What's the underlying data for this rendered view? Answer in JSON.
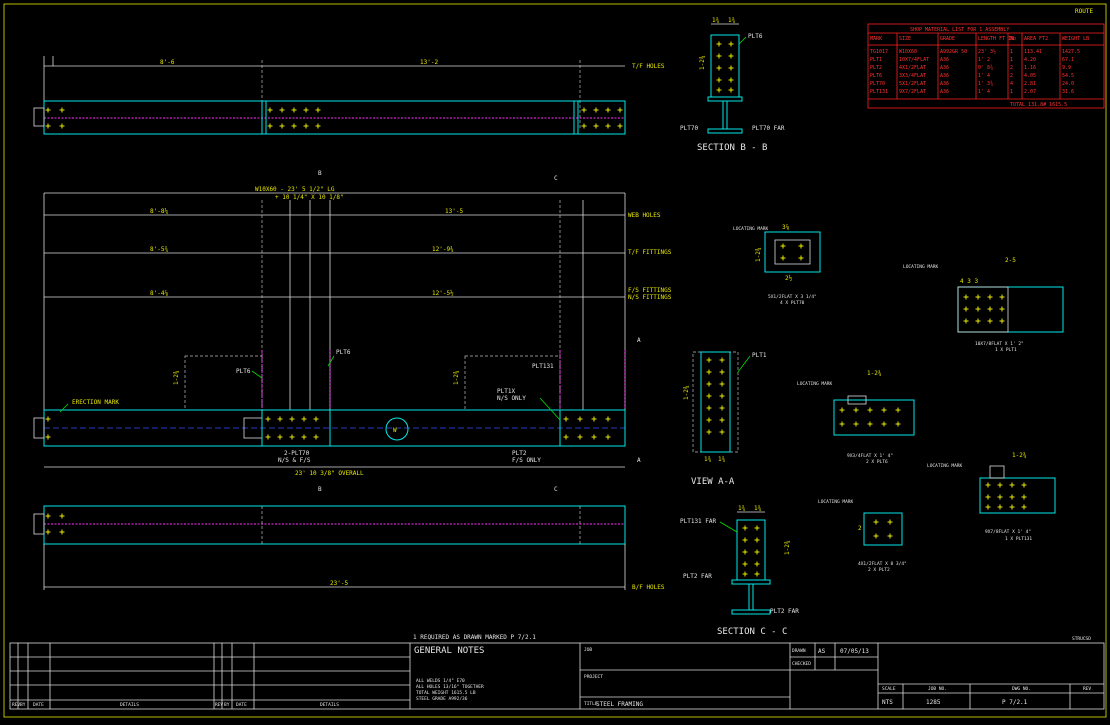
{
  "drawing": {
    "sheet_ref": "ROUTE",
    "shop_list": {
      "title": "SHOP MATERIAL LIST FOR 1 ASSEMBLY",
      "headers": [
        "MARK",
        "SIZE",
        "GRADE",
        "LENGTH FT IN",
        "No",
        "AREA FT2",
        "WEIGHT LB"
      ],
      "rows": [
        [
          "TG1017",
          "W10X60",
          "A992GR 50",
          "23' 3½",
          "1",
          "113.41",
          "1427.5"
        ],
        [
          "PLT1",
          "10X7/4FLAT",
          "A36",
          "1' 2",
          "1",
          "4.20",
          "67.1"
        ],
        [
          "PLT2",
          "4X1/2FLAT",
          "A36",
          "0' 8¾",
          "2",
          "1.16",
          "9.9"
        ],
        [
          "PLT6",
          "3X3/4FLAT",
          "A36",
          "1' 4",
          "2",
          "4.05",
          "54.5"
        ],
        [
          "PLT70",
          "5X1/2FLAT",
          "A36",
          "1' 3¾",
          "4",
          "2.81",
          "24.0"
        ],
        [
          "PLT131",
          "9X7/2FLAT",
          "A36",
          "1' 4",
          "1",
          "2.07",
          "31.6"
        ]
      ],
      "total": "TOTAL 131.8#  1615.5"
    },
    "top_view": {
      "dims_top": [
        "8'-6",
        "13'-2"
      ],
      "label_right": "T/F HOLES"
    },
    "elevation": {
      "member": "W10X60 - 23' 5 1/2\" LG",
      "member_sub": "+ 10 1/4\" X 10 1/8\"",
      "rows": [
        {
          "left": "8'-8¼",
          "right": "13'-5",
          "label": "WEB HOLES"
        },
        {
          "left": "8'-5¾",
          "right": "12'-9¾",
          "label": "T/F FITTINGS"
        },
        {
          "left": "8'-4⅞",
          "right": "12'-5½",
          "label": "F/S FITTINGS"
        },
        {
          "left": "",
          "right": "",
          "label": "N/S FITTINGS"
        }
      ],
      "overall": "23' 10 3/8\" OVERALL",
      "erection_mark": "ERECTION MARK",
      "labels": {
        "plt6_left": "PLT6",
        "plt6_mid": "PLT6",
        "plt131": "PLT131",
        "plt1x": "PLT1X",
        "ns_only": "N/S ONLY",
        "plt70_ns": "2-PLT70",
        "ns_fs": "N/S & F/S",
        "plt2": "PLT2",
        "fs_only": "F/S ONLY",
        "circle": "W",
        "vdim_left": "1-2¾",
        "vdim_right": "1-2¾"
      },
      "section_b_top": "B",
      "section_c_top": "C",
      "section_b_bot": "B",
      "section_c_bot": "C",
      "view_a_top": "A",
      "view_a_bot": "A"
    },
    "bottom_view": {
      "dim_bottom": "23'-5",
      "label_right": "B/F HOLES"
    },
    "section_bb": {
      "title": "SECTION B - B",
      "plt6": "PLT6",
      "plt70": "PLT70",
      "plt70_far": "PLT70 FAR",
      "dim_a": "1¾",
      "dim_b": "1¾",
      "vdim": "1-2¾"
    },
    "view_aa": {
      "title": "VIEW A-A",
      "plt1": "PLT1",
      "vdim": "1-2¾",
      "dim_a": "1¾",
      "dim_b": "1¾"
    },
    "section_cc": {
      "title": "SECTION C - C",
      "plt131_far": "PLT131 FAR",
      "plt2_far_l": "PLT2 FAR",
      "plt2_far_r": "PLT2 FAR",
      "dim_a": "1¾",
      "dim_b": "1¾",
      "vdim": "1-2¾"
    },
    "details": [
      {
        "locating": "LOCATING MARK",
        "cap1": "5X1/2FLAT X 3 1/4\"",
        "cap2": "4 X PLT70"
      },
      {
        "locating": "LOCATING MARK",
        "cap1": "10X7/8FLAT X 1' 2\"",
        "cap2": "1 X PLT1"
      },
      {
        "locating": "LOCATING MARK",
        "cap1": "9X3/4FLAT X 1' 4\"",
        "cap2": "2 X PLT6"
      },
      {
        "locating": "LOCATING MARK",
        "cap1": "9X7/8FLAT X 1' 4\"",
        "cap2": "1 X PLT131"
      },
      {
        "locating": "LOCATING MARK",
        "cap1": "4X1/2FLAT X 8 3/4\"",
        "cap2": "2 X PLT2"
      }
    ],
    "detail_dims": {
      "d1_top": "3⅞",
      "d1_side": "1-2¾",
      "d1_bot": "2½",
      "d2_top": "2-5",
      "d2_bot": "4 3 3",
      "d3_top": "1-2¾",
      "d4_top": "1-2¾",
      "d5_side": "2"
    },
    "note_bar": "1 REQUIRED AS DRAWN MARKED P 7/2.1",
    "title_block": {
      "general_notes": "GENERAL NOTES",
      "notes": [
        "ALL WELDS 1/4\" E70",
        "ALL HOLES 13/16\" TOGETHER",
        "TOTAL WEIGHT 1615.5 LB",
        "STEEL GRADE A992/36"
      ],
      "job_label": "JOB",
      "project_label": "PROJECT",
      "title_label": "TITLE",
      "title_value": "STEEL FRAMING",
      "drawn_label": "DRAWN",
      "drawn_value": "AS",
      "date_value": "07/05/13",
      "checked_label": "CHECKED",
      "scale_label": "SCALE",
      "scale_value": "NTS",
      "job_no_label": "JOB NO.",
      "job_no_value": "1285",
      "dwg_no_label": "DWG NO.",
      "dwg_no_value": "P 7/2.1",
      "rev_label": "REV",
      "rev_headers": [
        "REV",
        "BY",
        "DATE",
        "DETAILS"
      ],
      "corner_ref": "STRUCSD"
    }
  }
}
